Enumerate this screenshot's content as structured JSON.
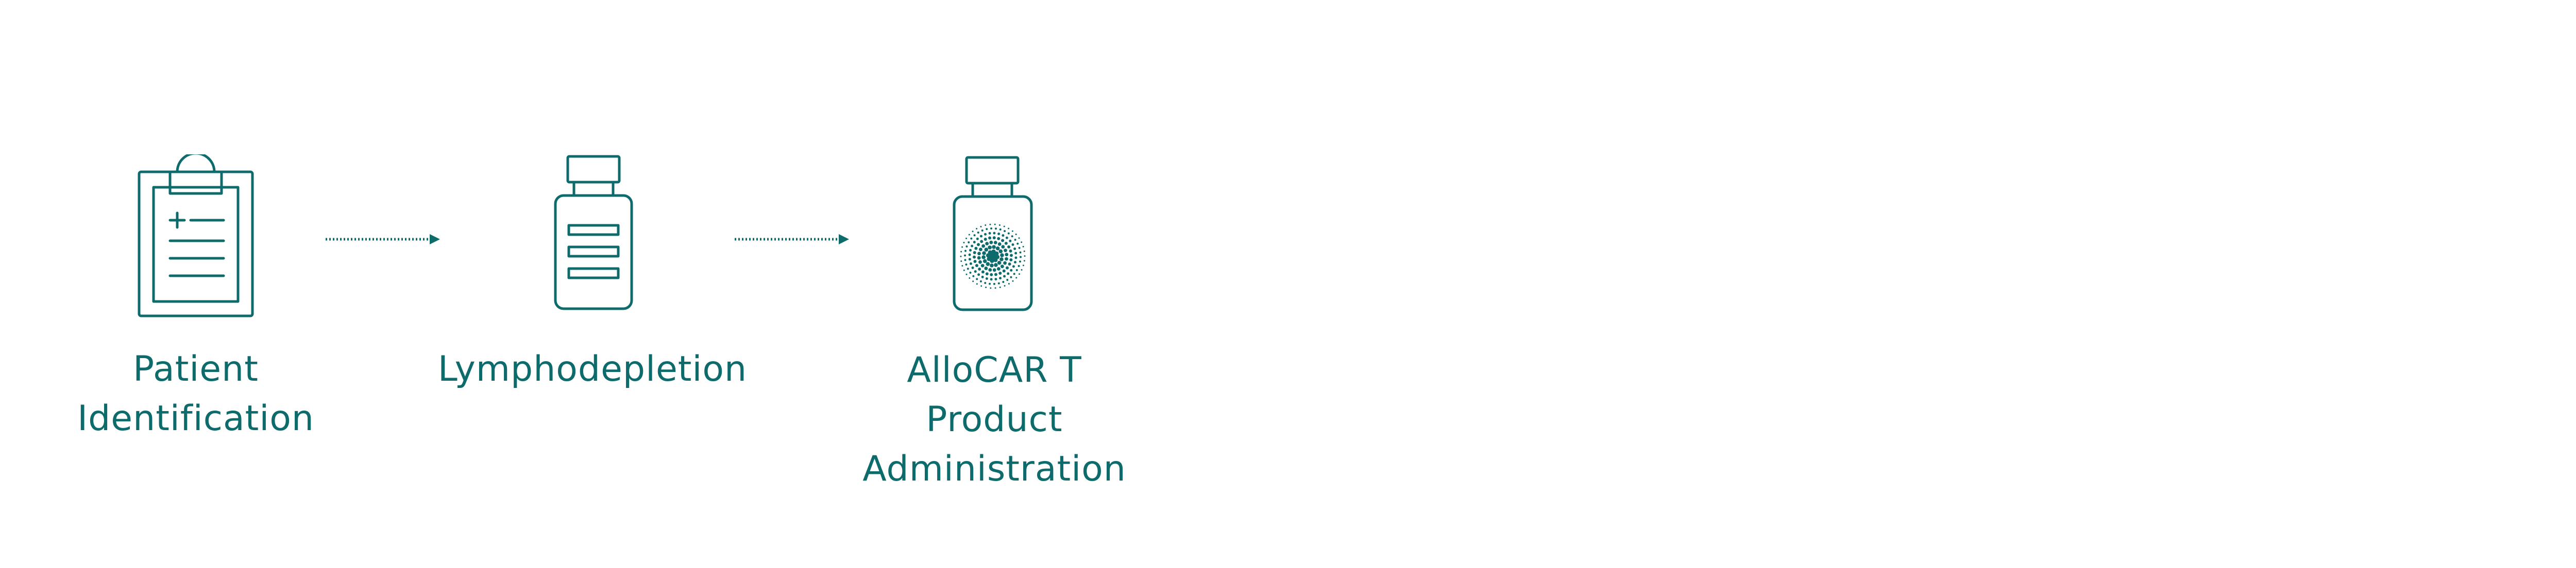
{
  "colors": {
    "accent": "#0d6b6c",
    "background": "#ffffff"
  },
  "steps": [
    {
      "id": "patient-identification",
      "icon": "clipboard-icon",
      "label_lines": [
        "Patient",
        "Identification"
      ]
    },
    {
      "id": "lymphodepletion",
      "icon": "medicine-bottle-icon",
      "label_lines": [
        "Lymphodepletion"
      ]
    },
    {
      "id": "allocar-t-product-administration",
      "icon": "cell-vial-icon",
      "label_lines": [
        "AlloCAR T",
        "Product",
        "Administration"
      ]
    }
  ],
  "connectors": [
    {
      "from": "patient-identification",
      "to": "lymphodepletion",
      "style": "dotted-arrow"
    },
    {
      "from": "lymphodepletion",
      "to": "allocar-t-product-administration",
      "style": "dotted-arrow"
    }
  ]
}
